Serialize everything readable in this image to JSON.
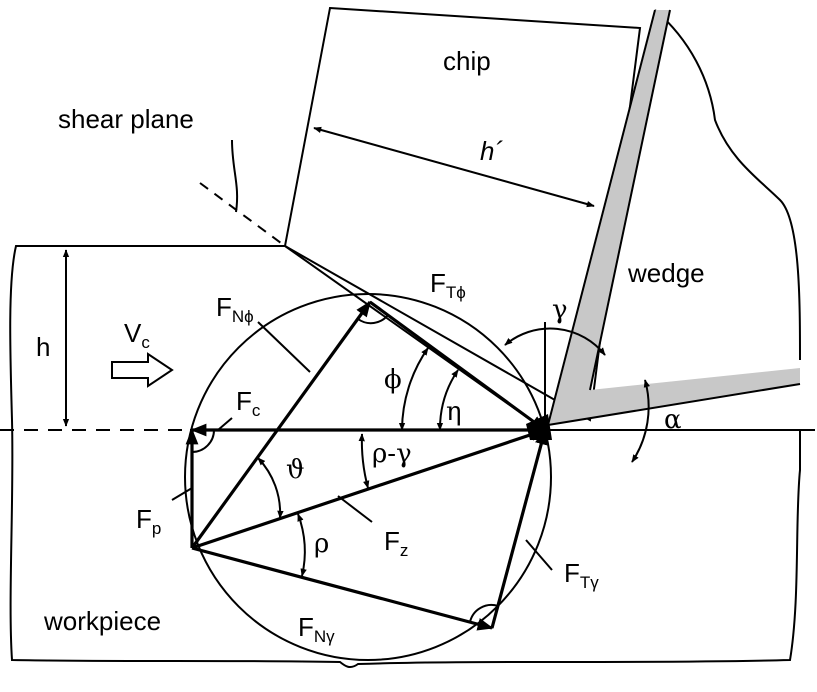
{
  "labels": {
    "chip": "chip",
    "shear_plane": "shear plane",
    "h_prime": "h´",
    "wedge": "wedge",
    "h": "h",
    "workpiece": "workpiece",
    "vc_main": "V",
    "vc_sub": "c",
    "fc_main": "F",
    "fc_sub": "c",
    "fnphi_main": "F",
    "fnphi_sub": "Nϕ",
    "ftphi_main": "F",
    "ftphi_sub": "Tϕ",
    "fp_main": "F",
    "fp_sub": "p",
    "fz_main": "F",
    "fz_sub": "z",
    "ftgamma_main": "F",
    "ftgamma_sub": "Tγ",
    "fngamma_main": "F",
    "fngamma_sub": "Nγ",
    "gamma": "γ",
    "alpha": "α",
    "phi": "ϕ",
    "eta": "η",
    "rho_gamma": "ρ-γ",
    "theta": "ϑ",
    "rho": "ρ"
  }
}
